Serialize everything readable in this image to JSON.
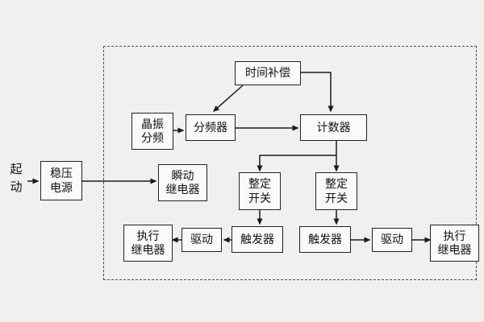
{
  "diagram": {
    "title_semantic": "relay-timer-block-diagram",
    "colors": {
      "background": "#f2f0ee",
      "box_border": "#222222",
      "box_fill": "#fbfaf8",
      "line": "#1a1a1a",
      "dashed_frame": "#4a4a4a"
    },
    "start_label": "起\n动",
    "nodes": {
      "power": "稳压\n电源",
      "time_comp": "时间补偿",
      "crystal": "晶振\n分频",
      "divider": "分频器",
      "counter": "计数器",
      "instant_relay": "瞬动\n继电器",
      "setting_switch_left": "整定\n开关",
      "setting_switch_right": "整定\n开关",
      "trigger_left": "触发器",
      "trigger_right": "触发器",
      "drive_left": "驱动",
      "drive_right": "驱动",
      "exec_relay_left": "执行\n继电器",
      "exec_relay_right": "执行\n继电器"
    }
  }
}
